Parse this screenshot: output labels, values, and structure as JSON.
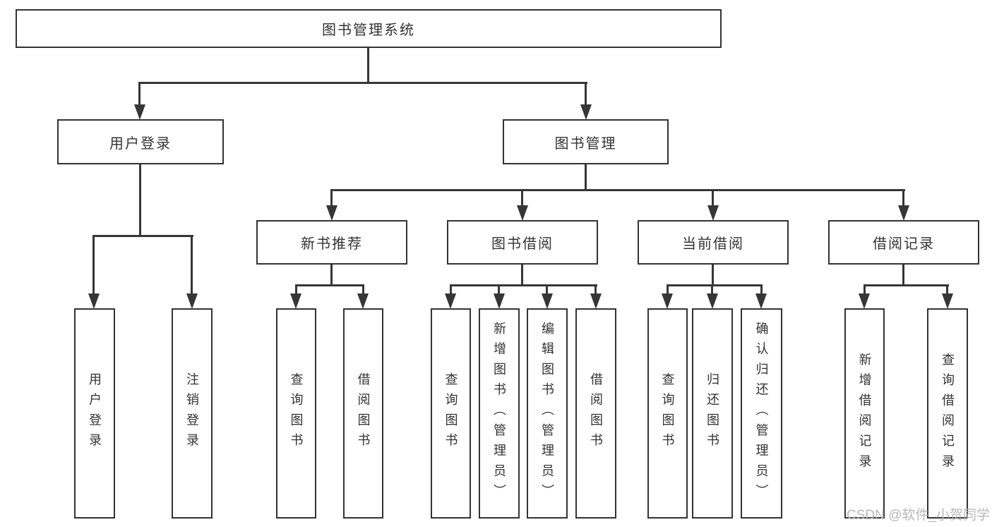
{
  "diagram": {
    "root": {
      "label": "图书管理系统"
    },
    "level2": [
      {
        "label": "用户登录"
      },
      {
        "label": "图书管理"
      }
    ],
    "level3": [
      {
        "label": "新书推荐"
      },
      {
        "label": "图书借阅"
      },
      {
        "label": "当前借阅"
      },
      {
        "label": "借阅记录"
      }
    ],
    "leaves": {
      "login": [
        "用户登录",
        "注销登录"
      ],
      "newbook": [
        "查询图书",
        "借阅图书"
      ],
      "borrow": [
        "查询图书",
        "新增图书（管理员）",
        "编辑图书（管理员）",
        "借阅图书"
      ],
      "current": [
        "查询图书",
        "归还图书",
        "确认归还（管理员）"
      ],
      "record": [
        "新增借阅记录",
        "查询借阅记录"
      ]
    },
    "colors": {
      "line": "#363636",
      "text": "#333333",
      "watermark": "#b8b8b8"
    }
  },
  "watermark": {
    "text": "CSDN @软件_小贺同学"
  }
}
